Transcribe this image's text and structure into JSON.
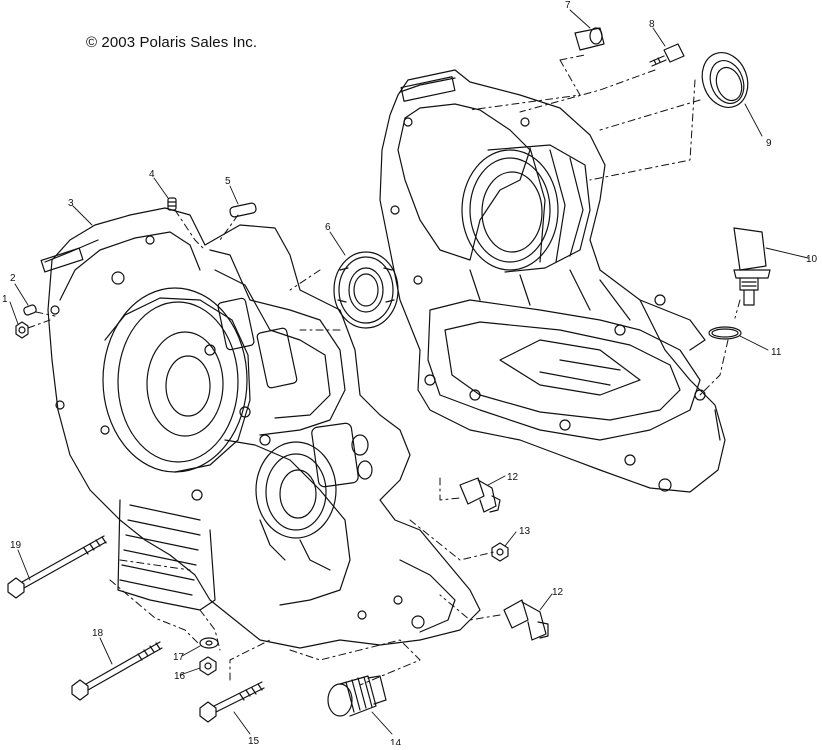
{
  "copyright": "© 2003 Polaris Sales Inc.",
  "callouts": [
    {
      "id": "1",
      "text": "1"
    },
    {
      "id": "2",
      "text": "2"
    },
    {
      "id": "3",
      "text": "3"
    },
    {
      "id": "4",
      "text": "4"
    },
    {
      "id": "5",
      "text": "5"
    },
    {
      "id": "6",
      "text": "6"
    },
    {
      "id": "7",
      "text": "7"
    },
    {
      "id": "8",
      "text": "8"
    },
    {
      "id": "9",
      "text": "9"
    },
    {
      "id": "10",
      "text": "10"
    },
    {
      "id": "11",
      "text": "11"
    },
    {
      "id": "12a",
      "text": "12"
    },
    {
      "id": "12b",
      "text": "12"
    },
    {
      "id": "13",
      "text": "13"
    },
    {
      "id": "14",
      "text": "14"
    },
    {
      "id": "15",
      "text": "15"
    },
    {
      "id": "16",
      "text": "16"
    },
    {
      "id": "17",
      "text": "17"
    },
    {
      "id": "18",
      "text": "18"
    },
    {
      "id": "19",
      "text": "19"
    }
  ]
}
